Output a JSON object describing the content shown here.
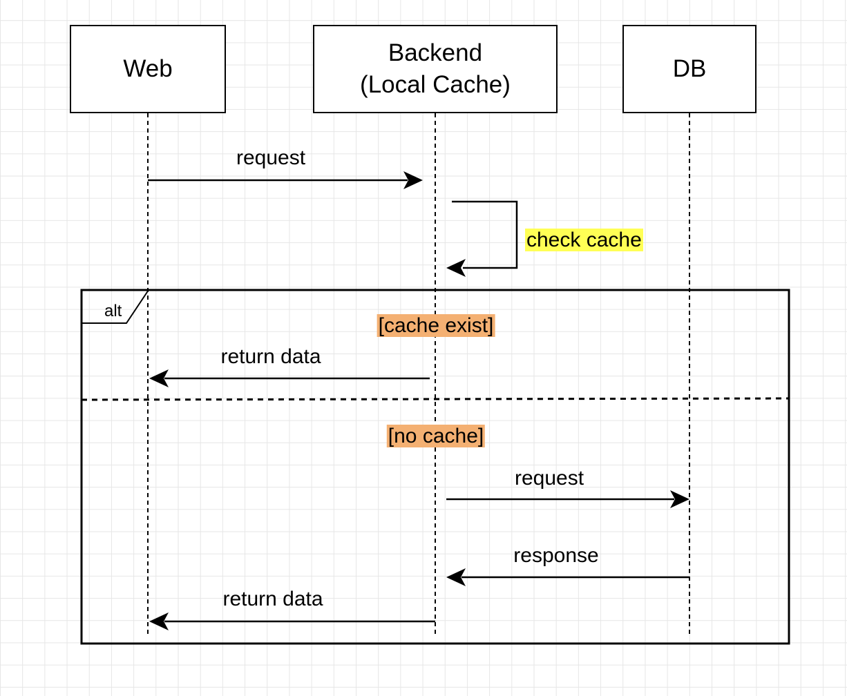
{
  "participants": {
    "web": "Web",
    "backend": "Backend\n(Local Cache)",
    "db": "DB"
  },
  "messages": {
    "web_to_backend": "request",
    "self_check": "check cache",
    "return_cached": "return data",
    "backend_to_db": "request",
    "db_response": "response",
    "return_fetched": "return data"
  },
  "alt_frame": {
    "operator": "alt",
    "guard_1": "[cache exist]",
    "guard_2": "[no cache]"
  },
  "colors": {
    "guard_highlight": "#f4b072",
    "note_highlight": "#ffff55",
    "stroke": "#000000"
  }
}
